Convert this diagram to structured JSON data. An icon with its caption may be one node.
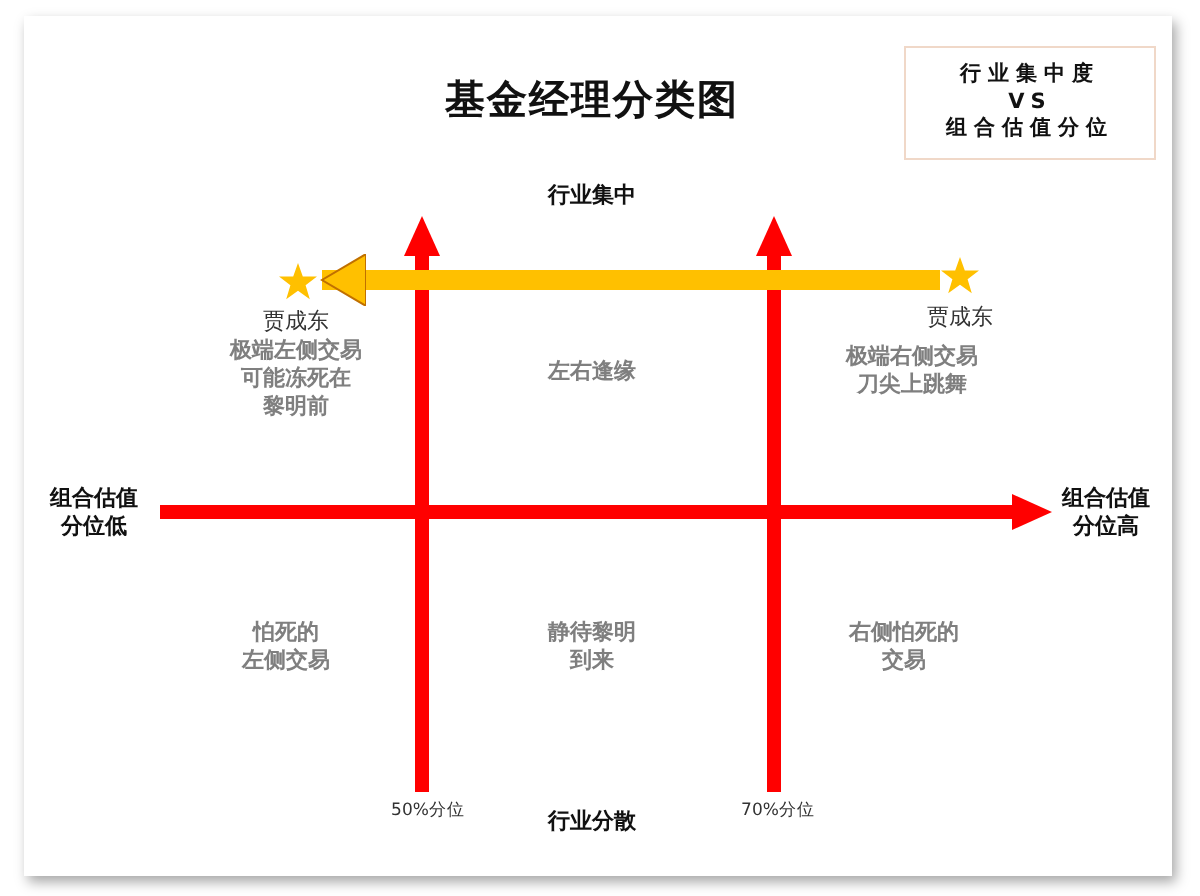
{
  "diagram": {
    "title": "基金经理分类图",
    "nodes": [
      {
        "text": [
          "行业集中度VS组合估值分位"
        ]
      },
      {
        "text": [],
        "shape": "star",
        "beside": [
          "贾成东",
          "极端左侧交易可能冻死在黎明前"
        ]
      },
      {
        "text": [],
        "shape": "star",
        "beside": [
          "贾成东"
        ]
      }
    ],
    "edges": [
      {
        "from": 2,
        "to": 1,
        "arrow": "to",
        "color": "#ffc000"
      }
    ],
    "labels": [
      "行业集中",
      "左右逢缘",
      "极端右侧交易刀尖上跳舞",
      "组合估值分位低",
      "组合估值分位高",
      "怕死的左侧交易",
      "静待黎明到来",
      "右侧怕死的交易",
      "50%分位",
      "行业分散",
      "70%分位"
    ]
  }
}
